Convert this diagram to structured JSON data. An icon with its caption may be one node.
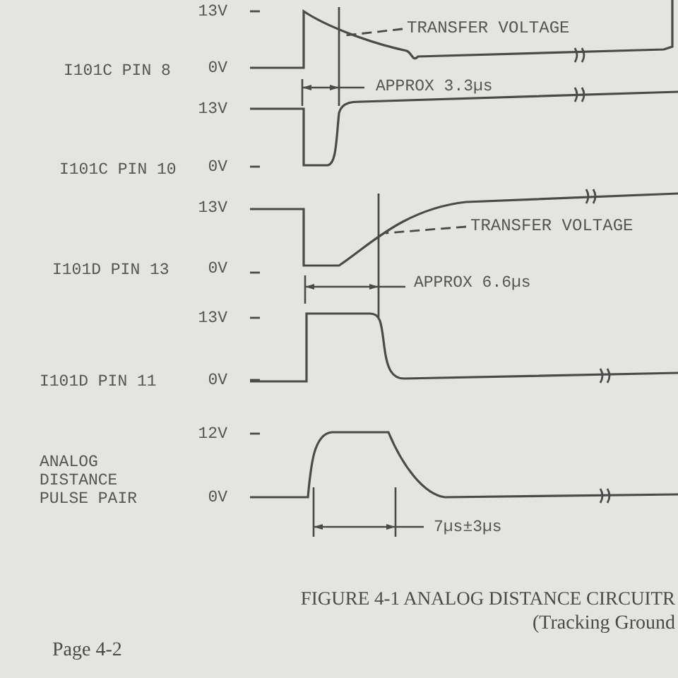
{
  "diagram": {
    "caption": "FIGURE 4-1 ANALOG DISTANCE CIRCUITR",
    "nodes": [
      {
        "text": [
          "TRANSFER VOLTAGE"
        ]
      },
      {
        "text": [
          "TRANSFER VOLTAGE"
        ]
      }
    ],
    "edges": [
      {
        "from": 0,
        "to": null,
        "arrow": "none",
        "style": "dashed"
      },
      {
        "from": 1,
        "to": null,
        "arrow": "none",
        "style": "dashed"
      }
    ],
    "labels": [
      "13V",
      "I101C PIN 8",
      "0V",
      "APPROX 3.3µs",
      "13V",
      "I101C PIN 10",
      "0V",
      "13V",
      "I101D PIN 13",
      "0V",
      "APPROX 6.6µs",
      "13V",
      "I101D PIN 11",
      "0V",
      "12V",
      "ANALOG DISTANCE PULSE PAIR",
      "0V",
      "7µs±3µs",
      "(Tracking Ground",
      "Page 4-2"
    ]
  }
}
